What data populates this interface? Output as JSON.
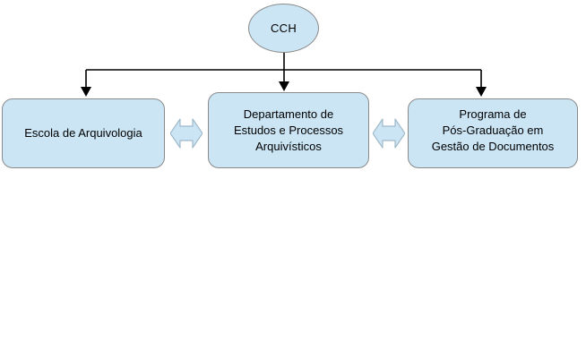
{
  "diagram": {
    "type": "organizational-hierarchy",
    "title": "",
    "colors": {
      "node_fill": "#cbe5f5",
      "node_border": "#8a8a8a",
      "connector": "#000000",
      "text": "#000000",
      "background": "#ffffff"
    },
    "root": {
      "id": "root",
      "label": "CCH",
      "shape": "ellipse"
    },
    "children": [
      {
        "id": "escola",
        "label": "Escola de Arquivologia",
        "shape": "rounded-rectangle"
      },
      {
        "id": "departamento",
        "label": "Departamento de\nEstudos e Processos\nArquivísticos",
        "shape": "rounded-rectangle"
      },
      {
        "id": "programa",
        "label": "Programa de\nPós-Graduação em\nGestão de Documentos",
        "shape": "rounded-rectangle"
      }
    ],
    "connectors": {
      "hierarchy_arrow_name": "down-arrow",
      "peer_arrow_name": "double-headed-arrow",
      "peer_links": [
        {
          "from": "escola",
          "to": "departamento"
        },
        {
          "from": "departamento",
          "to": "programa"
        }
      ]
    }
  }
}
